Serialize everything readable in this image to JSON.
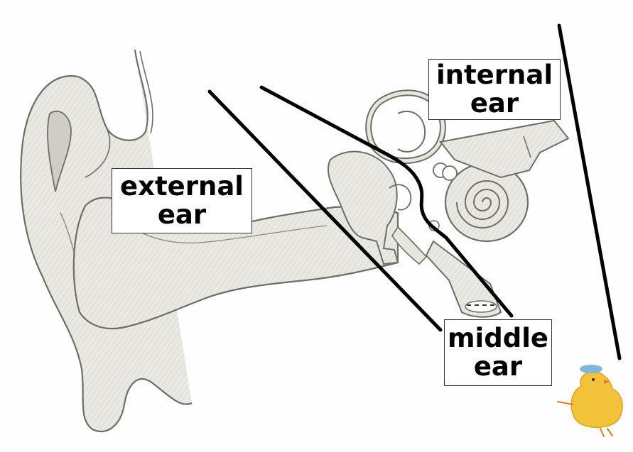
{
  "labels": {
    "internal_ear": [
      "internal",
      "ear"
    ],
    "external_ear": [
      "external",
      "ear"
    ],
    "middle_ear": [
      "middle",
      "ear"
    ]
  },
  "colors": {
    "sketch_line": "#6e6e66",
    "tissue_fill": "#e6e5de",
    "tissue_shade": "#cfcec6",
    "divider": "#000000",
    "chick_body": "#f2c23a",
    "chick_bow": "#7fb6d9"
  },
  "illustration": {
    "subject": "ear-cross-section-sketch",
    "mascot": "chick-icon"
  }
}
